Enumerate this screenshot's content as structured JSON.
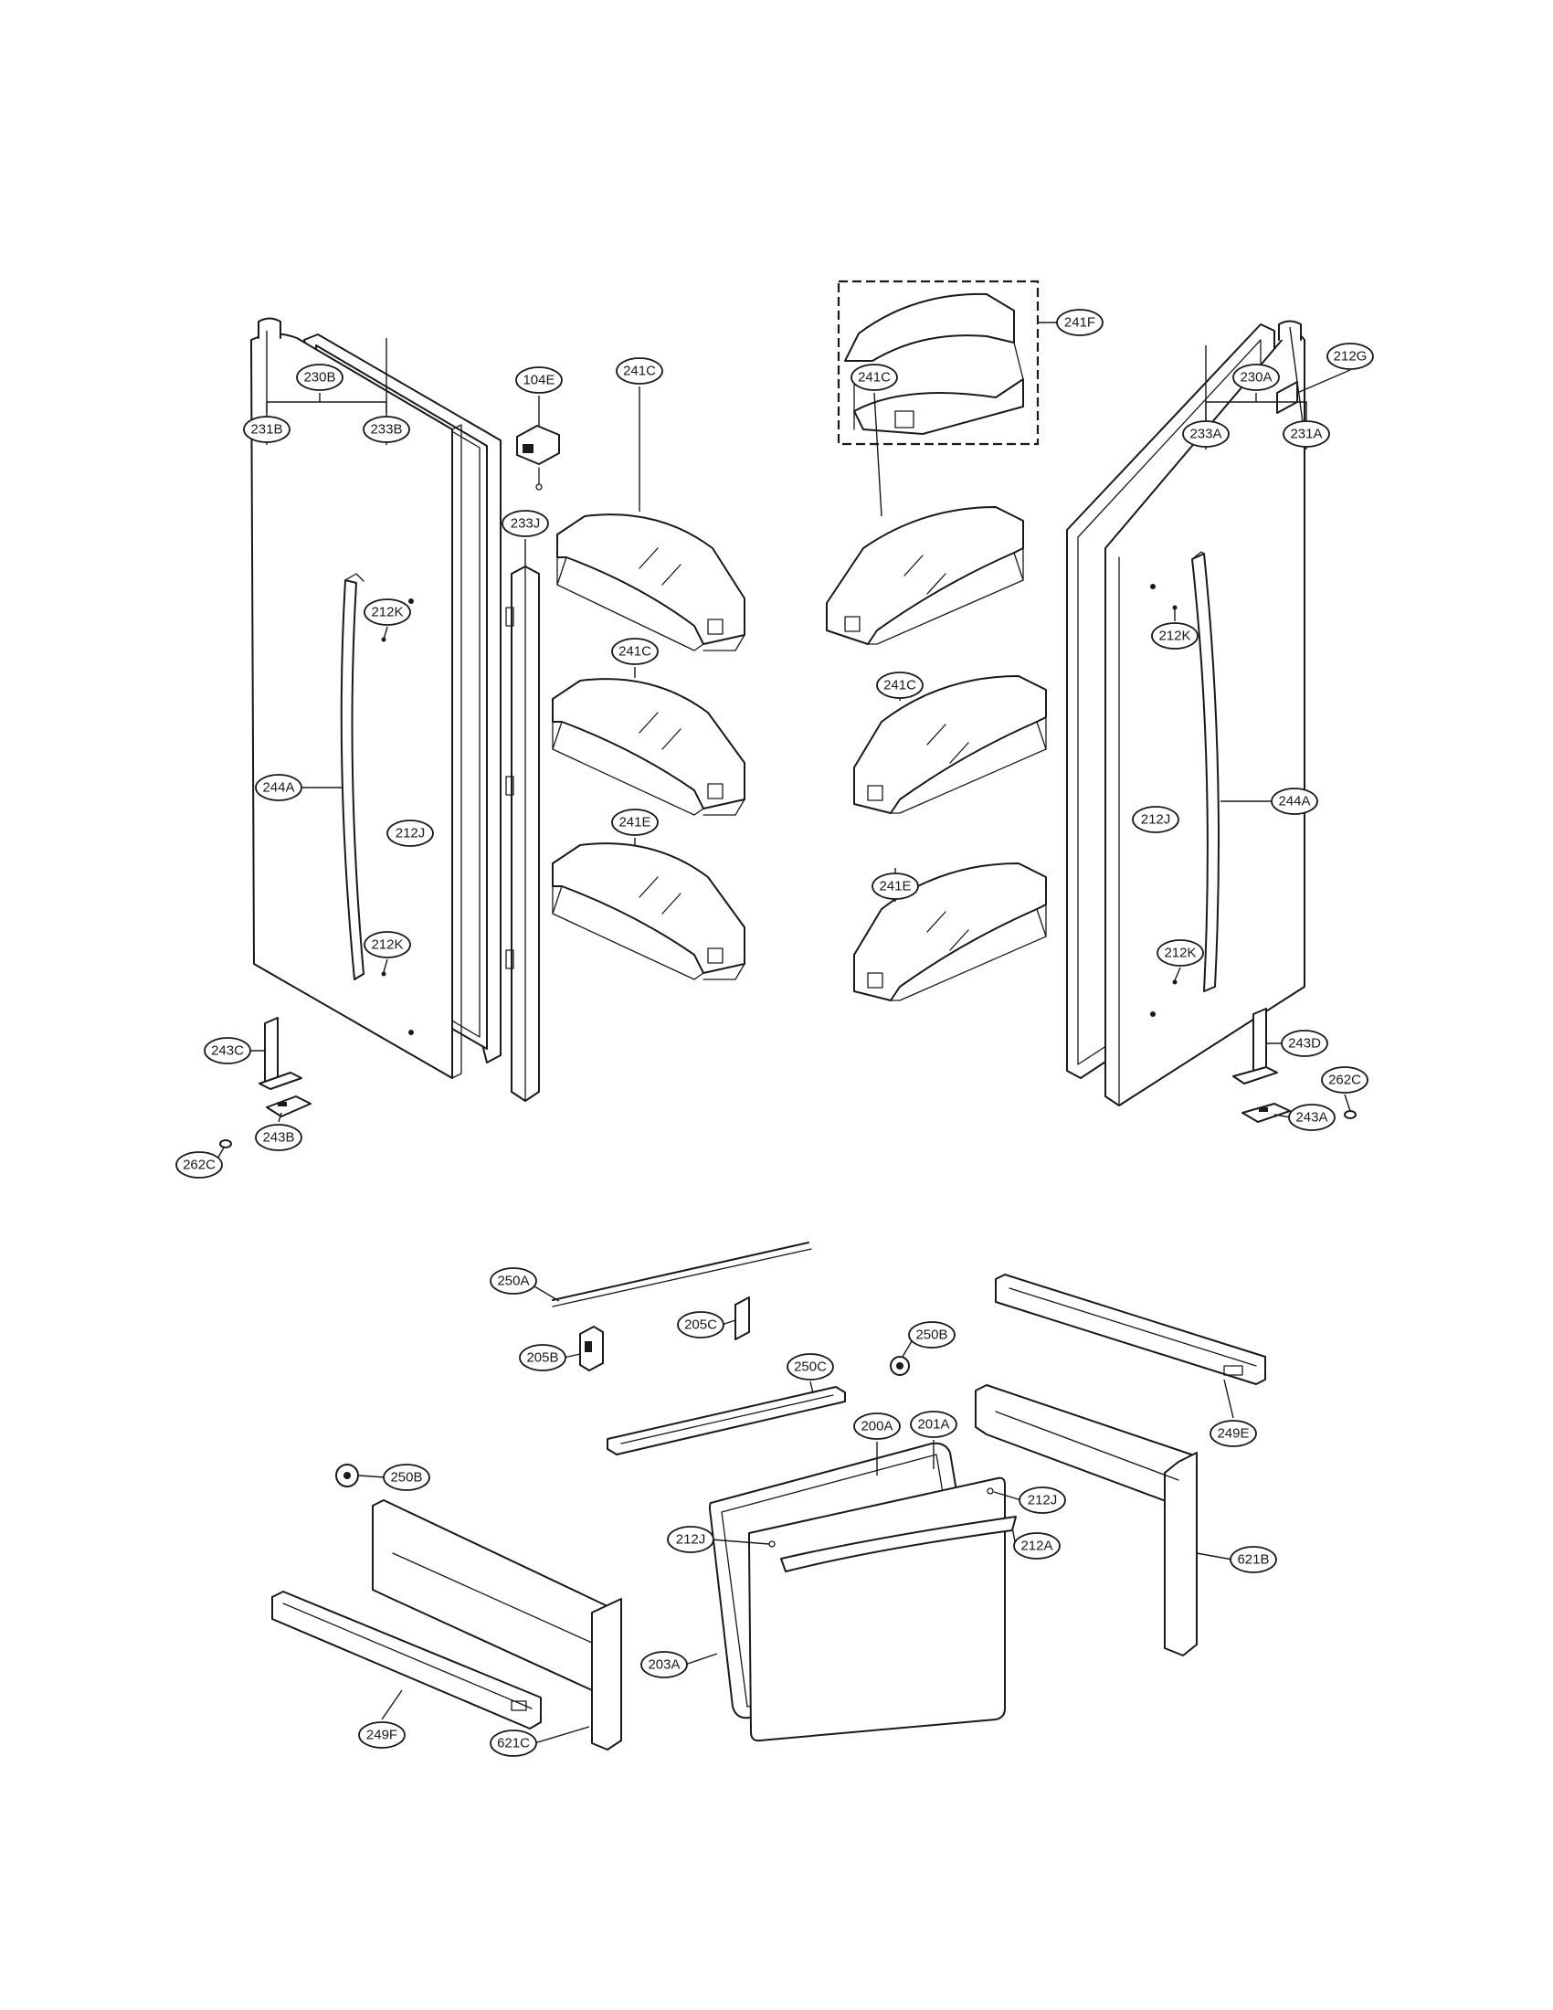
{
  "diagram": {
    "labels": {
      "l230B": "230B",
      "l231B": "231B",
      "l233B": "233B",
      "l104E": "104E",
      "l233J": "233J",
      "l241C_a": "241C",
      "l241C_b": "241C",
      "l241E_a": "241E",
      "l241C_c": "241C",
      "l241C_d": "241C",
      "l241E_b": "241E",
      "l241F": "241F",
      "l230A": "230A",
      "l233A": "233A",
      "l231A": "231A",
      "l212G": "212G",
      "l212K_a": "212K",
      "l212K_b": "212K",
      "l212K_c": "212K",
      "l212K_d": "212K",
      "l212J_a": "212J",
      "l212J_b": "212J",
      "l244A_a": "244A",
      "l244A_b": "244A",
      "l243C": "243C",
      "l243B": "243B",
      "l262C_a": "262C",
      "l243D": "243D",
      "l262C_b": "262C",
      "l243A": "243A",
      "l250A": "250A",
      "l205C": "205C",
      "l205B": "205B",
      "l250B_a": "250B",
      "l250C": "250C",
      "l249E": "249E",
      "l200A": "200A",
      "l201A": "201A",
      "l212J_c": "212J",
      "l212J_d": "212J",
      "l212A": "212A",
      "l250B_b": "250B",
      "l621B": "621B",
      "l203A": "203A",
      "l249F": "249F",
      "l621C": "621C"
    }
  }
}
